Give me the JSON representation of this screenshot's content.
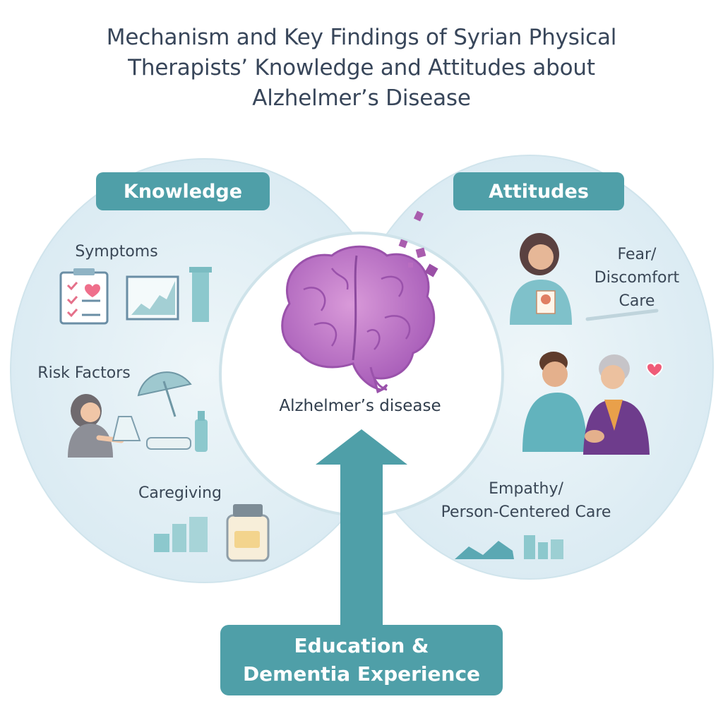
{
  "title": {
    "line1": "Mechanism and Key Findings of Syrian Physical",
    "line2": "Therapists’ Knowledge and Attitudes about",
    "line3": "Alzhelmer’s Disease"
  },
  "knowledge": {
    "heading": "Knowledge",
    "items": [
      "Symptoms",
      "Risk Factors",
      "Caregiving"
    ]
  },
  "attitudes": {
    "heading": "Attitudes",
    "fear_line1": "Fear/",
    "fear_line2": "Discomfort",
    "fear_line3": "Care",
    "empathy_line1": "Empathy/",
    "empathy_line2": "Person-Centered Care"
  },
  "center": {
    "label": "Alzhelmer’s disease"
  },
  "driver": {
    "line1": "Education &",
    "line2": "Dementia Experience"
  },
  "colors": {
    "accent_teal": "#4f9fa8",
    "circle_fill": "#e4f0f6",
    "brain_purple": "#b76ac3",
    "title_text": "#38465a"
  }
}
